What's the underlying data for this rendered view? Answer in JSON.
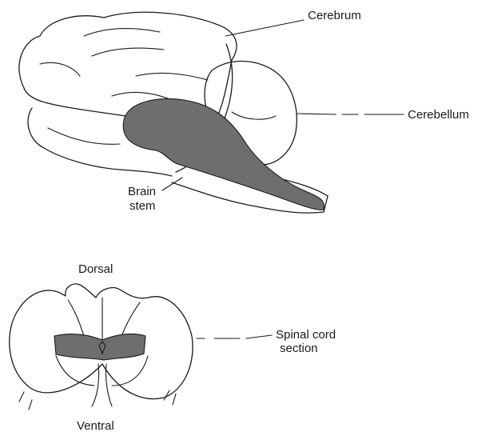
{
  "labels": {
    "cerebrum": "Cerebrum",
    "cerebellum": "Cerebellum",
    "brain_stem_line1": "Brain",
    "brain_stem_line2": "stem",
    "dorsal": "Dorsal",
    "spinal_line1": "Spinal cord",
    "spinal_line2": "section",
    "ventral": "Ventral"
  },
  "colors": {
    "ink": "#1a1a1a",
    "grey_matter": "#6e6e6e",
    "background": "#ffffff"
  }
}
